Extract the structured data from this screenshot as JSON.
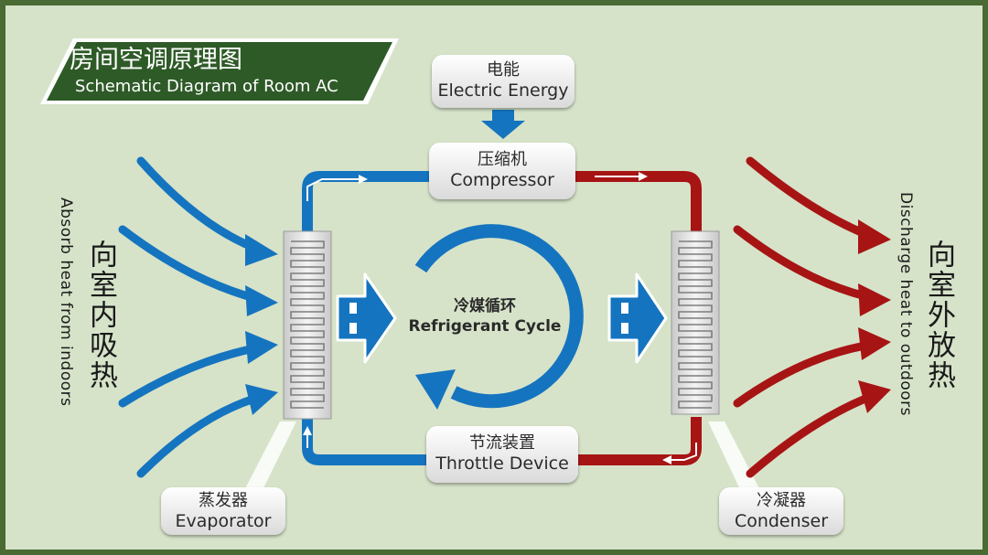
{
  "title": {
    "cn": "房间空调原理图",
    "en": "Schematic Diagram of Room AC"
  },
  "electric": {
    "cn": "电能",
    "en": "Electric Energy"
  },
  "compressor": {
    "cn": "压缩机",
    "en": "Compressor"
  },
  "throttle": {
    "cn": "节流装置",
    "en": "Throttle Device"
  },
  "evaporator": {
    "cn": "蒸发器",
    "en": "Evaporator"
  },
  "condenser": {
    "cn": "冷凝器",
    "en": "Condenser"
  },
  "cycle": {
    "cn": "冷媒循环",
    "en": "Refrigerant Cycle"
  },
  "left_side": {
    "cn": "向室内吸热",
    "en": "Absorb heat from indoors"
  },
  "right_side": {
    "cn": "向室外放热",
    "en": "Discharge heat to outdoors"
  },
  "colors": {
    "background": "#d6e3c9",
    "border": "#4a6b34",
    "title_bg": "#2e5a27",
    "cold": "#1574bf",
    "hot": "#a71414"
  }
}
